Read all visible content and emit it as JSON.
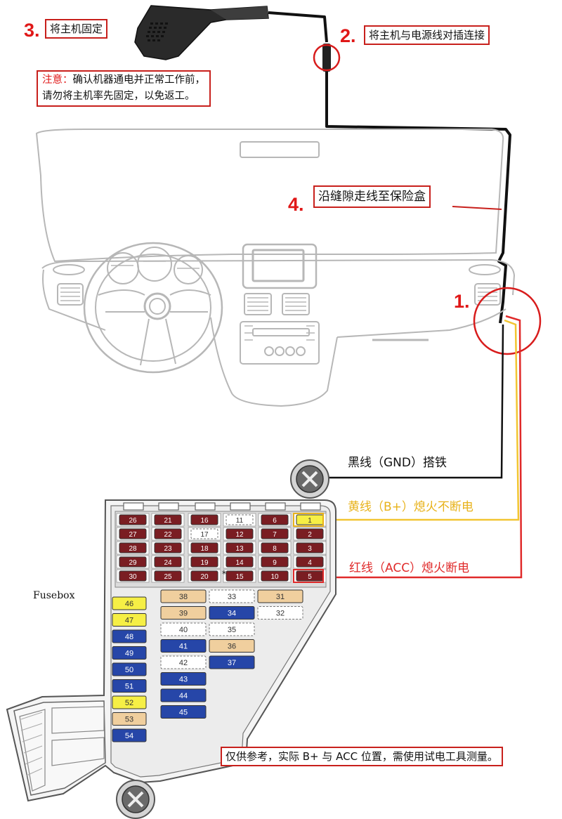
{
  "steps": [
    {
      "number": "3.",
      "text": "将主机固定"
    },
    {
      "number": "2.",
      "text": "将主机与电源线对插连接"
    },
    {
      "number": "4.",
      "text": "沿缝隙走线至保险盒"
    },
    {
      "number": "1.",
      "text": ""
    }
  ],
  "note": {
    "prefix": "注意：",
    "line1": "确认机器通电并正常工作前，",
    "line2": "请勿将主机率先固定，以免返工。"
  },
  "wires": {
    "gnd": "黑线（GND）搭铁",
    "bplus": "黄线（B+）熄火不断电",
    "acc": "红线（ACC）熄火断电"
  },
  "fusebox_label": "Fusebox",
  "footer_note": "仅供参考，实际 B+ 与 ACC 位置，需使用试电工具测量。",
  "colors": {
    "red": "#e01818",
    "wire_yellow": "#f2c531",
    "wire_red": "#e02a2a",
    "fuse_dark": "#7a1d22",
    "fuse_yellow": "#f6ef45",
    "fuse_blue": "#2646a8",
    "fuse_tan": "#f0cf9e",
    "fuse_white": "#ffffff"
  },
  "fuses": {
    "small_rows": [
      [
        "26",
        "21",
        "16",
        "11",
        "6",
        "1"
      ],
      [
        "27",
        "22",
        "17",
        "12",
        "7",
        "2"
      ],
      [
        "28",
        "23",
        "18",
        "13",
        "8",
        "3"
      ],
      [
        "29",
        "24",
        "19",
        "14",
        "9",
        "4"
      ],
      [
        "30",
        "25",
        "20",
        "15",
        "10",
        "5"
      ]
    ],
    "white_small": [
      "11",
      "17"
    ],
    "yellow_small": [
      "1"
    ],
    "star_fuse": "15",
    "col1": [
      {
        "label": "46",
        "color": "yellow"
      },
      {
        "label": "47",
        "color": "yellow"
      },
      {
        "label": "48",
        "color": "blue"
      },
      {
        "label": "49",
        "color": "blue"
      },
      {
        "label": "50",
        "color": "blue"
      },
      {
        "label": "51",
        "color": "blue"
      },
      {
        "label": "52",
        "color": "yellow"
      },
      {
        "label": "53",
        "color": "tan"
      },
      {
        "label": "54",
        "color": "blue"
      }
    ],
    "col2": [
      {
        "label": "38",
        "color": "tan"
      },
      {
        "label": "39",
        "color": "tan"
      },
      {
        "label": "40",
        "color": "white"
      },
      {
        "label": "41",
        "color": "blue"
      },
      {
        "label": "42",
        "color": "white"
      },
      {
        "label": "43",
        "color": "blue"
      },
      {
        "label": "44",
        "color": "blue"
      },
      {
        "label": "45",
        "color": "blue"
      }
    ],
    "col3": [
      {
        "label": "33",
        "color": "white"
      },
      {
        "label": "34",
        "color": "blue"
      },
      {
        "label": "35",
        "color": "white"
      },
      {
        "label": "36",
        "color": "tan"
      },
      {
        "label": "37",
        "color": "blue"
      }
    ],
    "col4": [
      {
        "label": "31",
        "color": "tan"
      },
      {
        "label": "32",
        "color": "white"
      }
    ]
  }
}
